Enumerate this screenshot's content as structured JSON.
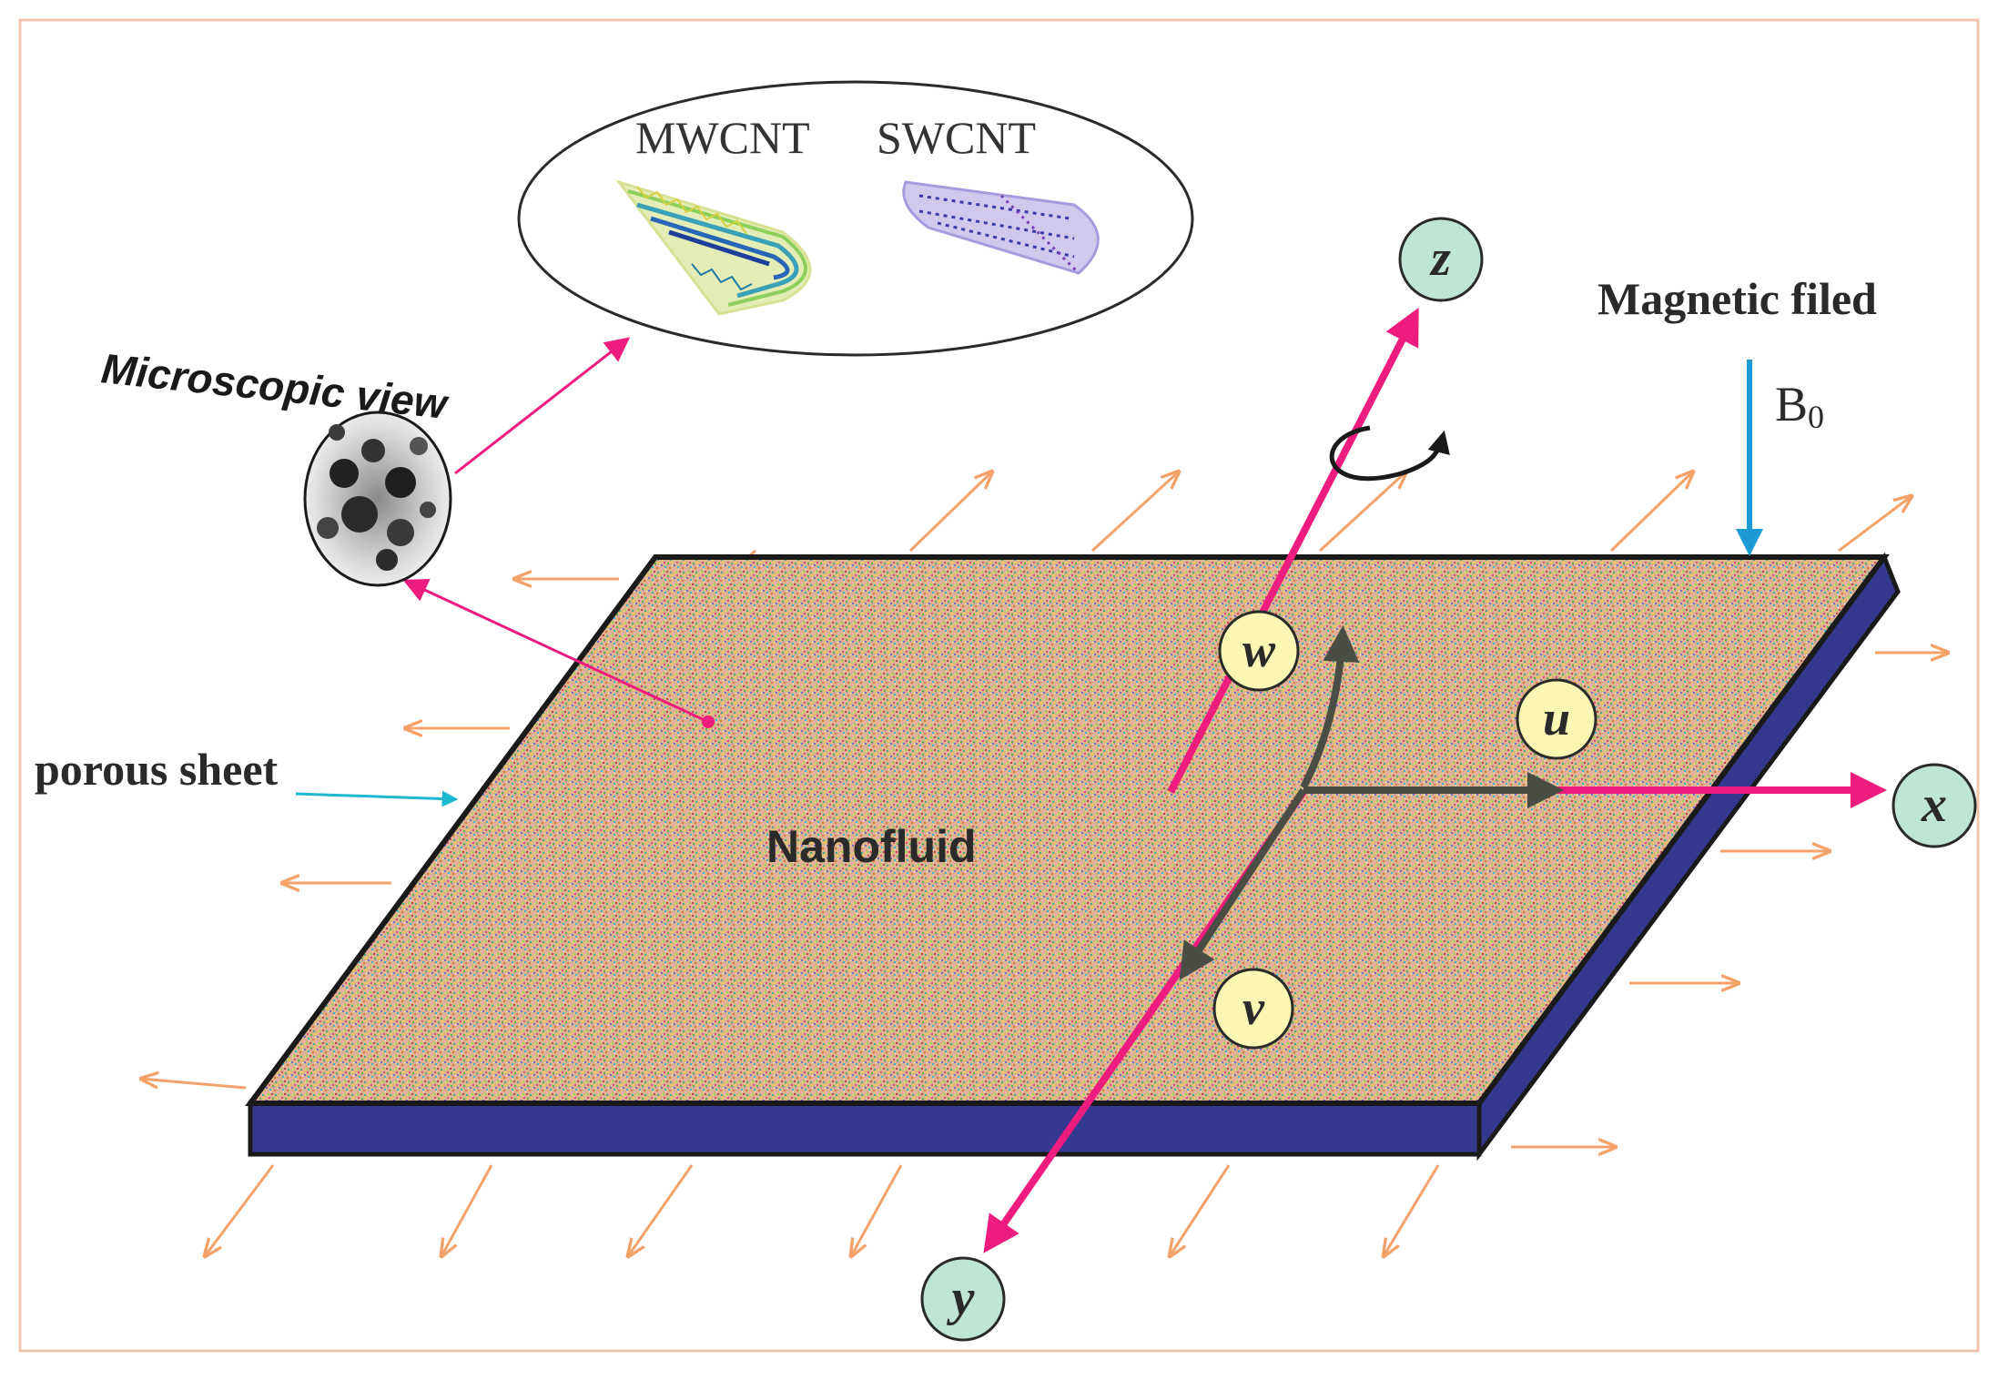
{
  "labels": {
    "mwcnt": "MWCNT",
    "swcnt": "SWCNT",
    "microscopic_view": "Microscopic view",
    "magnetic_field": "Magnetic filed",
    "b0_base": "B",
    "b0_sub": "0",
    "porous_sheet": "porous sheet",
    "nanofluid": "Nanofluid"
  },
  "axes": {
    "x": "x",
    "y": "y",
    "z": "z"
  },
  "velocities": {
    "u": "u",
    "v": "v",
    "w": "w"
  },
  "colors": {
    "frame": "#f2c4b0",
    "axis": "#ee1c7e",
    "velocity_arrow": "#4a4d44",
    "stretch_arrow": "#f4a16a",
    "sheet_edge": "#34388f",
    "field_arrow": "#1b9ad6",
    "indicator": "#1fb8cf",
    "axis_badge": "#bfe6d4",
    "velocity_badge": "#fbf6b4"
  },
  "icons": [
    "rotation-arrow-icon",
    "magnetic-field-arrow-icon",
    "microscopic-sphere-icon",
    "mwcnt-tube-icon",
    "swcnt-tube-icon"
  ]
}
